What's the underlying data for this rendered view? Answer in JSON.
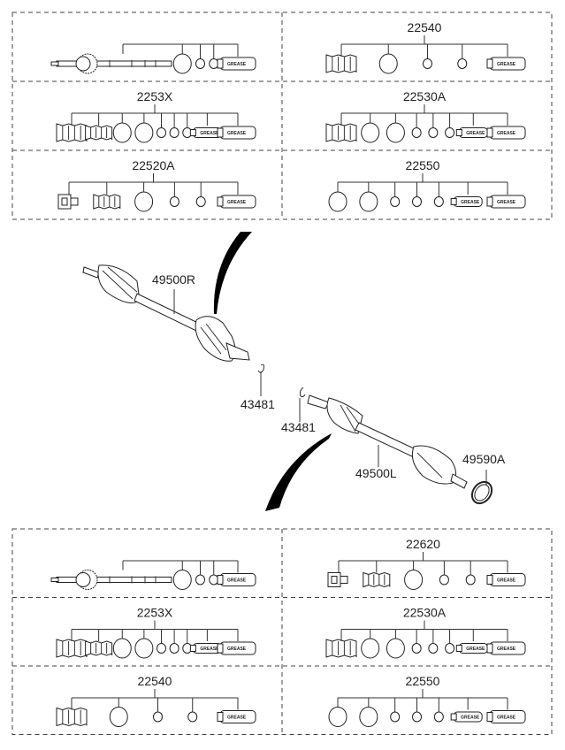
{
  "grease_label": "GREASE",
  "top_group": {
    "panels": [
      {
        "label": "",
        "items": [
          "shaft",
          "ring-l",
          "ring-s",
          "ring-s",
          "grease"
        ]
      },
      {
        "label": "22540",
        "items": [
          "boot",
          "ring-l",
          "ring-s",
          "ring-s",
          "grease"
        ]
      },
      {
        "label": "2253X",
        "items": [
          "boot",
          "boot2",
          "ring-l",
          "ring-l",
          "ring-s",
          "ring-s",
          "ring-s",
          "grease-s",
          "grease"
        ]
      },
      {
        "label": "22530A",
        "items": [
          "boot",
          "ring-l",
          "ring-l",
          "ring-s",
          "ring-s",
          "ring-s",
          "grease-s",
          "grease"
        ]
      },
      {
        "label": "22520A",
        "items": [
          "joint",
          "boot2",
          "ring-l",
          "ring-s",
          "ring-s",
          "grease"
        ]
      },
      {
        "label": "22550",
        "items": [
          "ring-l",
          "ring-l",
          "ring-s",
          "ring-s",
          "ring-s",
          "grease-s",
          "grease"
        ]
      }
    ]
  },
  "bottom_group": {
    "panels": [
      {
        "label": "",
        "items": [
          "shaft",
          "ring-l",
          "ring-s",
          "ring-s",
          "grease"
        ]
      },
      {
        "label": "22620",
        "items": [
          "joint",
          "boot2",
          "ring-l",
          "ring-s",
          "ring-s",
          "grease"
        ]
      },
      {
        "label": "2253X",
        "items": [
          "boot",
          "boot2",
          "ring-l",
          "ring-l",
          "ring-s",
          "ring-s",
          "ring-s",
          "grease-s",
          "grease"
        ]
      },
      {
        "label": "22530A",
        "items": [
          "boot",
          "ring-l",
          "ring-l",
          "ring-s",
          "ring-s",
          "ring-s",
          "grease-s",
          "grease"
        ]
      },
      {
        "label": "22540",
        "items": [
          "boot",
          "ring-l",
          "ring-s",
          "ring-s",
          "grease"
        ]
      },
      {
        "label": "22550",
        "items": [
          "ring-l",
          "ring-l",
          "ring-s",
          "ring-s",
          "ring-s",
          "grease-s",
          "grease"
        ]
      }
    ]
  },
  "callouts": {
    "shaft_right": "49500R",
    "shaft_left": "49500L",
    "circlip_right": "43481",
    "circlip_left": "43481",
    "tone_ring": "49590A"
  }
}
